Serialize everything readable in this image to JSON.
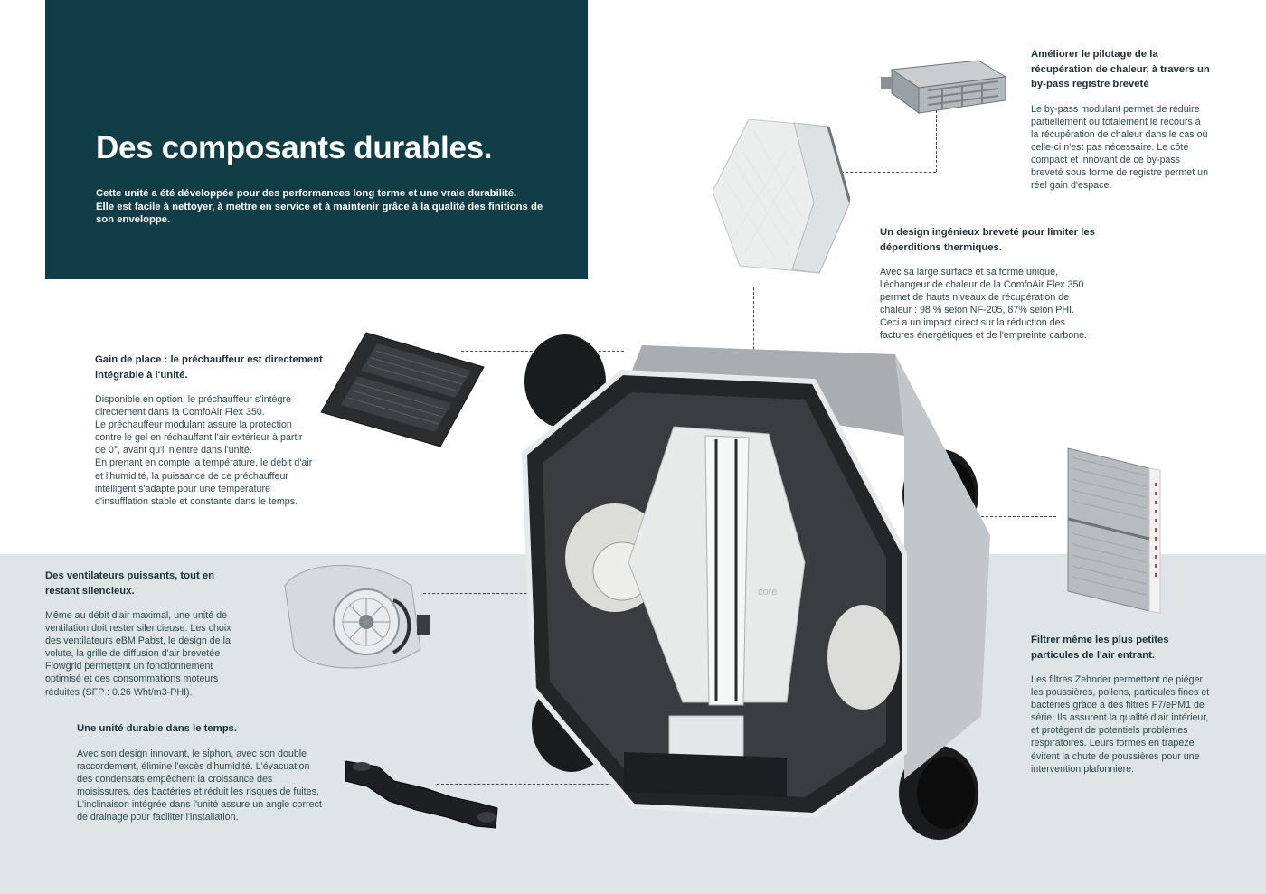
{
  "hero": {
    "title": "Des composants durables.",
    "lines": [
      "Cette unité a été développée pour des performances long terme et une vraie durabilité.",
      "Elle est facile à nettoyer, à mettre en service et à maintenir grâce à la qualité des finitions de",
      "son enveloppe."
    ]
  },
  "bypass": {
    "title_lines": [
      "Améliorer le pilotage de la",
      "récupération de chaleur, à travers un",
      "by-pass registre breveté"
    ],
    "body_lines": [
      "Le by-pass modulant permet de réduire",
      "partiellement ou totalement le recours à",
      "la récupération de chaleur dans le cas où",
      "celle-ci n'est pas nécessaire. Le côté",
      "compact et innovant de ce by-pass",
      "breveté sous forme de registre permet un",
      "réel gain d'espace."
    ]
  },
  "exchanger": {
    "title_lines": [
      "Un design ingénieux breveté pour limiter les",
      "déperditions thermiques."
    ],
    "body_lines": [
      "Avec sa large surface et sa forme unique,",
      "l'échangeur de chaleur de la ComfoAir Flex 350",
      "permet de hauts niveaux de récupération de",
      "chaleur : 98 % selon NF-205, 87% selon PHI.",
      "Ceci a un impact direct sur la réduction des",
      "factures énergétiques et de l'empreinte carbone."
    ]
  },
  "preheater": {
    "title_lines": [
      "Gain de place : le préchauffeur est directement",
      "intégrable à l'unité."
    ],
    "body_lines": [
      "Disponible en option, le préchauffeur s'intègre",
      "directement dans la ComfoAir Flex 350.",
      "Le préchauffeur modulant assure la protection",
      "contre le gel en réchauffant l'air extérieur à partir",
      "de 0°, avant qu'il n'entre dans l'unité.",
      "En prenant en compte la température, le débit d'air",
      "et l'humidité, la puissance de ce préchauffeur",
      "intelligent s'adapte pour une température",
      "d'insufflation stable et constante dans le temps."
    ]
  },
  "fans": {
    "title_lines": [
      "Des ventilateurs puissants, tout en",
      "restant silencieux."
    ],
    "body_lines": [
      "Même au débit d'air maximal, une unité de",
      "ventilation doit rester silencieuse. Les choix",
      "des ventilateurs eBM Pabst, le design de la",
      "volute, la grille de diffusion d'air brevetée",
      "Flowgrid permettent un fonctionnement",
      "optimisé et des consommations moteurs",
      "réduites (SFP : 0.26 Wht/m3-PHI)."
    ]
  },
  "siphon": {
    "title_lines": [
      "Une unité durable dans le temps."
    ],
    "body_lines": [
      "Avec son design innovant, le siphon, avec son double",
      "raccordement, élimine l'excès d'humidité. L'évacuation",
      "des condensats empêchent la croissance des",
      "moisissures, des bactéries et réduit les risques de fuites.",
      "L'inclinaison intégrée dans l'unité assure un angle correct",
      "de drainage pour faciliter l'installation."
    ]
  },
  "filters": {
    "title_lines": [
      "Filtrer même les plus petites",
      "particules de l'air entrant."
    ],
    "body_lines": [
      "Les filtres Zehnder permettent de piéger",
      "les poussières, pollens, particules fines et",
      "bactéries grâce à des filtres F7/ePM1 de",
      "série. Ils assurent la qualité d'air intérieur,",
      "et protègent de potentiels problèmes",
      "respiratoires. Leurs formes en trapèze",
      "évitent la chute de poussières pour une",
      "intervention plafonnière."
    ]
  },
  "core_label": "core",
  "colors": {
    "hero_bg": "#113d47",
    "band_bg": "#dfe5e6",
    "text": "#2f4a50"
  }
}
